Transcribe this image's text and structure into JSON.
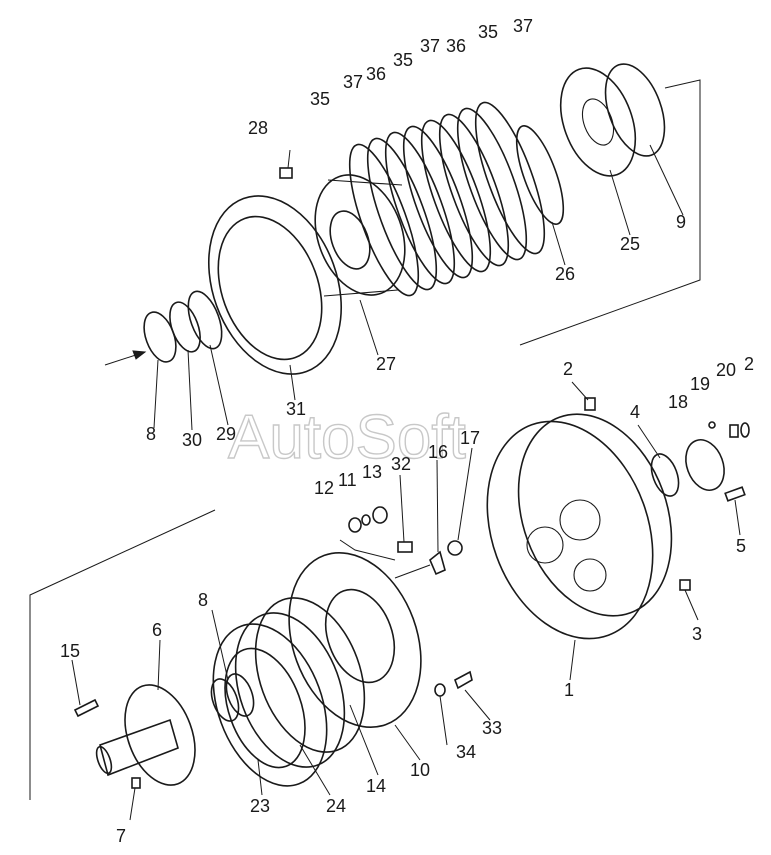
{
  "watermark": "AutoSoft",
  "callouts": {
    "c1": "1",
    "c2": "2",
    "c3": "3",
    "c4": "4",
    "c5": "5",
    "c6": "6",
    "c7": "7",
    "c8a": "8",
    "c8b": "8",
    "c9": "9",
    "c10": "10",
    "c11": "11",
    "c12": "12",
    "c13": "13",
    "c14": "14",
    "c15": "15",
    "c16": "16",
    "c17": "17",
    "c18": "18",
    "c19": "19",
    "c20": "20",
    "c21": "2",
    "c23": "23",
    "c24": "24",
    "c25": "25",
    "c26": "26",
    "c27": "27",
    "c28": "28",
    "c29": "29",
    "c30": "30",
    "c31": "31",
    "c32": "32",
    "c33": "33",
    "c34": "34",
    "c35a": "35",
    "c35b": "35",
    "c35c": "35",
    "c36a": "36",
    "c36b": "36",
    "c37a": "37",
    "c37b": "37",
    "c37c": "37"
  },
  "colors": {
    "ink": "#1a1a1a",
    "watermark": "#c8c8c8",
    "background": "#ffffff"
  }
}
